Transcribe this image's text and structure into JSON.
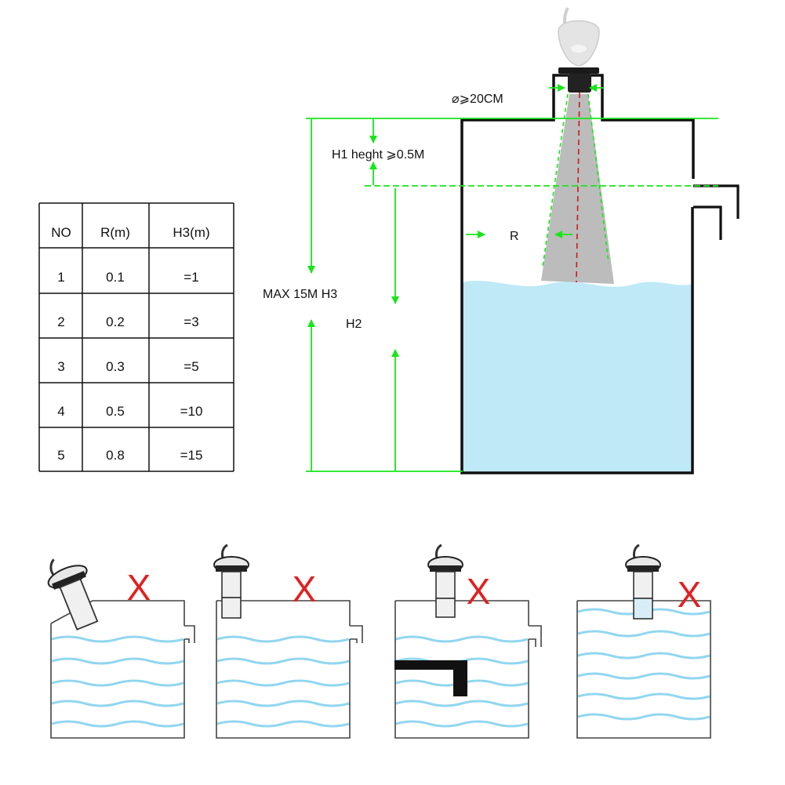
{
  "colors": {
    "dimension_green": "#17e617",
    "beam_red": "#d01818",
    "liquid_blue": "#bfe9f6",
    "wave_blue": "#7fd0ee",
    "wrong_red": "#e02020",
    "outline": "#111111",
    "beam_grey": "#b8b8b8"
  },
  "table": {
    "headers": [
      "NO",
      "R(m)",
      "H3(m)"
    ],
    "rows": [
      [
        "1",
        "0.1",
        "=1"
      ],
      [
        "2",
        "0.2",
        "=3"
      ],
      [
        "3",
        "0.3",
        "=5"
      ],
      [
        "4",
        "0.5",
        "=10"
      ],
      [
        "5",
        "0.8",
        "=15"
      ]
    ]
  },
  "diagram": {
    "nozzle_label": "⌀⩾20CM",
    "h1_label": "H1 heght ⩾0.5M",
    "h3_label": "MAX 15M H3",
    "h2_label": "H2",
    "r_label": "R"
  },
  "wrong_installations": [
    {
      "mark": "X",
      "icon": "sensor-tilted"
    },
    {
      "mark": "X",
      "icon": "sensor-in-long-nozzle"
    },
    {
      "mark": "X",
      "icon": "sensor-above-obstacle"
    },
    {
      "mark": "X",
      "icon": "sensor-submerged"
    }
  ]
}
